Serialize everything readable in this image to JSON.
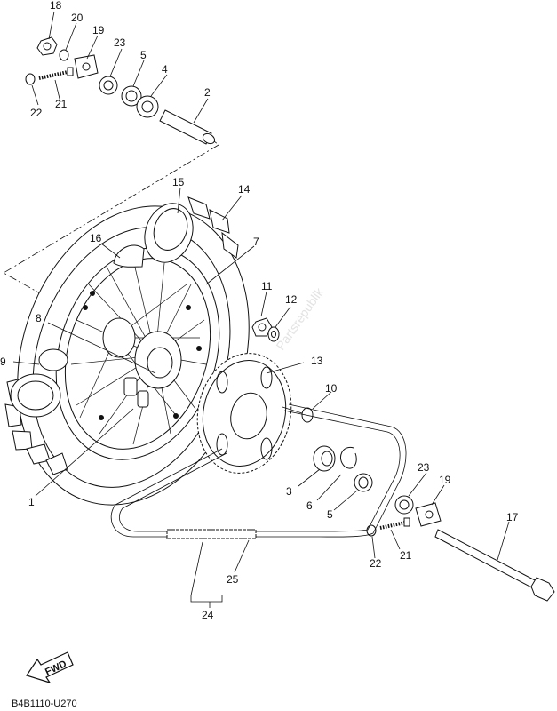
{
  "callouts": {
    "c1": "1",
    "c2": "2",
    "c3": "3",
    "c4": "4",
    "c5a": "5",
    "c5b": "5",
    "c6": "6",
    "c7": "7",
    "c8": "8",
    "c9": "9",
    "c10": "10",
    "c11": "11",
    "c12": "12",
    "c13": "13",
    "c14": "14",
    "c15": "15",
    "c16": "16",
    "c17": "17",
    "c18": "18",
    "c19a": "19",
    "c19b": "19",
    "c20": "20",
    "c21a": "21",
    "c21b": "21",
    "c22a": "22",
    "c22b": "22",
    "c23a": "23",
    "c23b": "23",
    "c24": "24",
    "c25": "25"
  },
  "fwd_label": "FWD",
  "diagram_code": "B4B1110-U270",
  "watermark": "Partsrepublik",
  "icons": {
    "fwd": "fwd-arrow-icon"
  }
}
